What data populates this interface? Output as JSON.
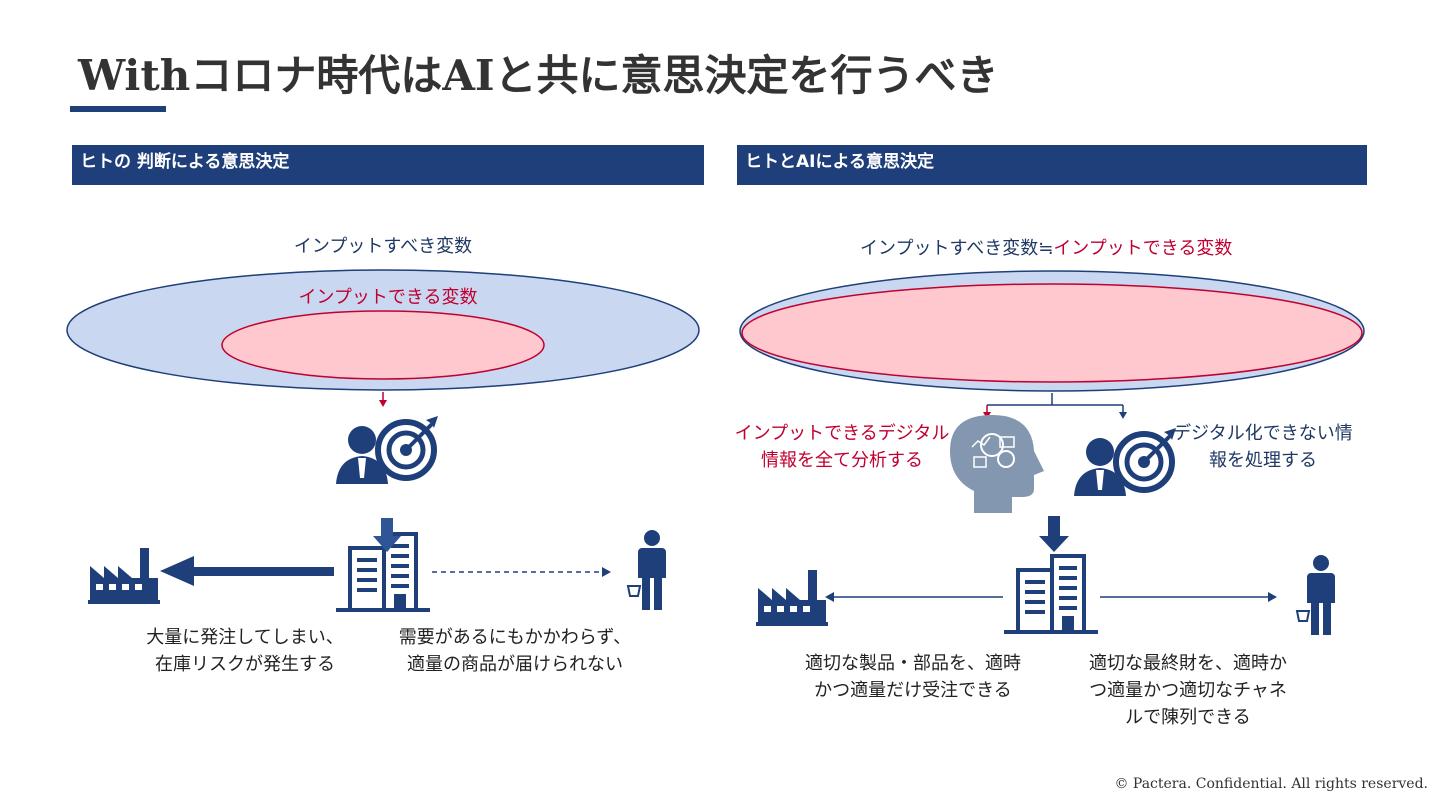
{
  "slide": {
    "title": "Withコロナ時代はAIと共に意思決定を行うべき",
    "footer": "© Pactera.  Confidential.  All rights reserved."
  },
  "left": {
    "header": "ヒトの 判断による意思決定",
    "outer_label": "インプットすべき変数",
    "inner_label": "インプットできる変数",
    "caption_left": [
      "大量に発注してしまい、",
      "在庫リスクが発生する"
    ],
    "caption_right": [
      "需要があるにもかかわらず、",
      "適量の商品が届けられない"
    ]
  },
  "right": {
    "header": "ヒトとAIによる意思決定",
    "label_navy": "インプットすべき変数≒",
    "label_red": "インプットできる変数",
    "ai_text": [
      "インプットできるデジタル",
      "情報を全て分析する"
    ],
    "human_text": [
      "デジタル化できない情",
      "報を処理する"
    ],
    "caption_left": [
      "適切な製品・部品を、適時",
      "かつ適量だけ受注できる"
    ],
    "caption_right": [
      "適切な最終財を、適時か",
      "つ適量かつ適切なチャネ",
      "ルで陳列できる"
    ]
  },
  "icons": [
    "factory-icon",
    "building-icon",
    "shopper-icon",
    "businessman-target-icon",
    "ai-head-icon",
    "down-arrow-icon"
  ],
  "colors": {
    "navy": "#1f3f7a",
    "red": "#c00030",
    "outer_fill": "#c9d7f0",
    "inner_fill": "#ffc7ce"
  }
}
